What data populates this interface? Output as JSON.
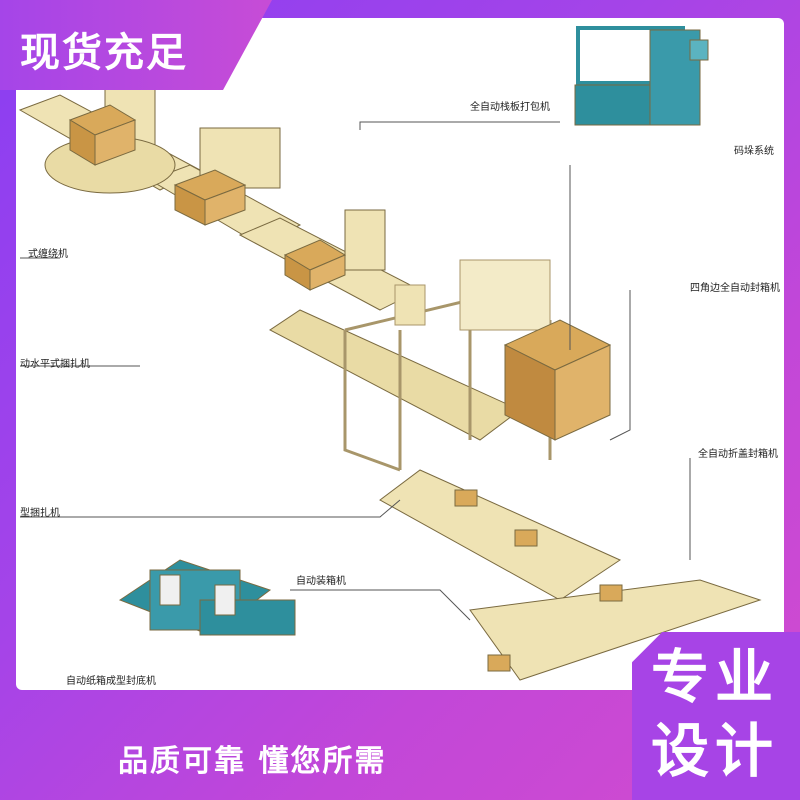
{
  "badge_top_left": "现货充足",
  "badge_bottom_right_line1": "专业",
  "badge_bottom_right_line2": "设计",
  "slogan": "品质可靠 懂您所需",
  "labels": {
    "pallet_strapping": "全自动栈板打包机",
    "palletizing_system": "码垛系统",
    "corner_sealer": "四角边全自动封箱机",
    "arm_wrapper": "式缠绕机",
    "horizontal_wrapper": "动水平式捆扎机",
    "fold_sealer": "全自动折盖封箱机",
    "type_strapper": "型捆扎机",
    "case_packer": "自动装箱机",
    "carton_former": "自动纸箱成型封底机"
  },
  "colors": {
    "background_gradient_start": "#8a3ef2",
    "background_gradient_end": "#d24bcf",
    "machine_beige": "#efe3b4",
    "machine_teal": "#2e8f9d",
    "box_tan": "#d9a95a"
  }
}
